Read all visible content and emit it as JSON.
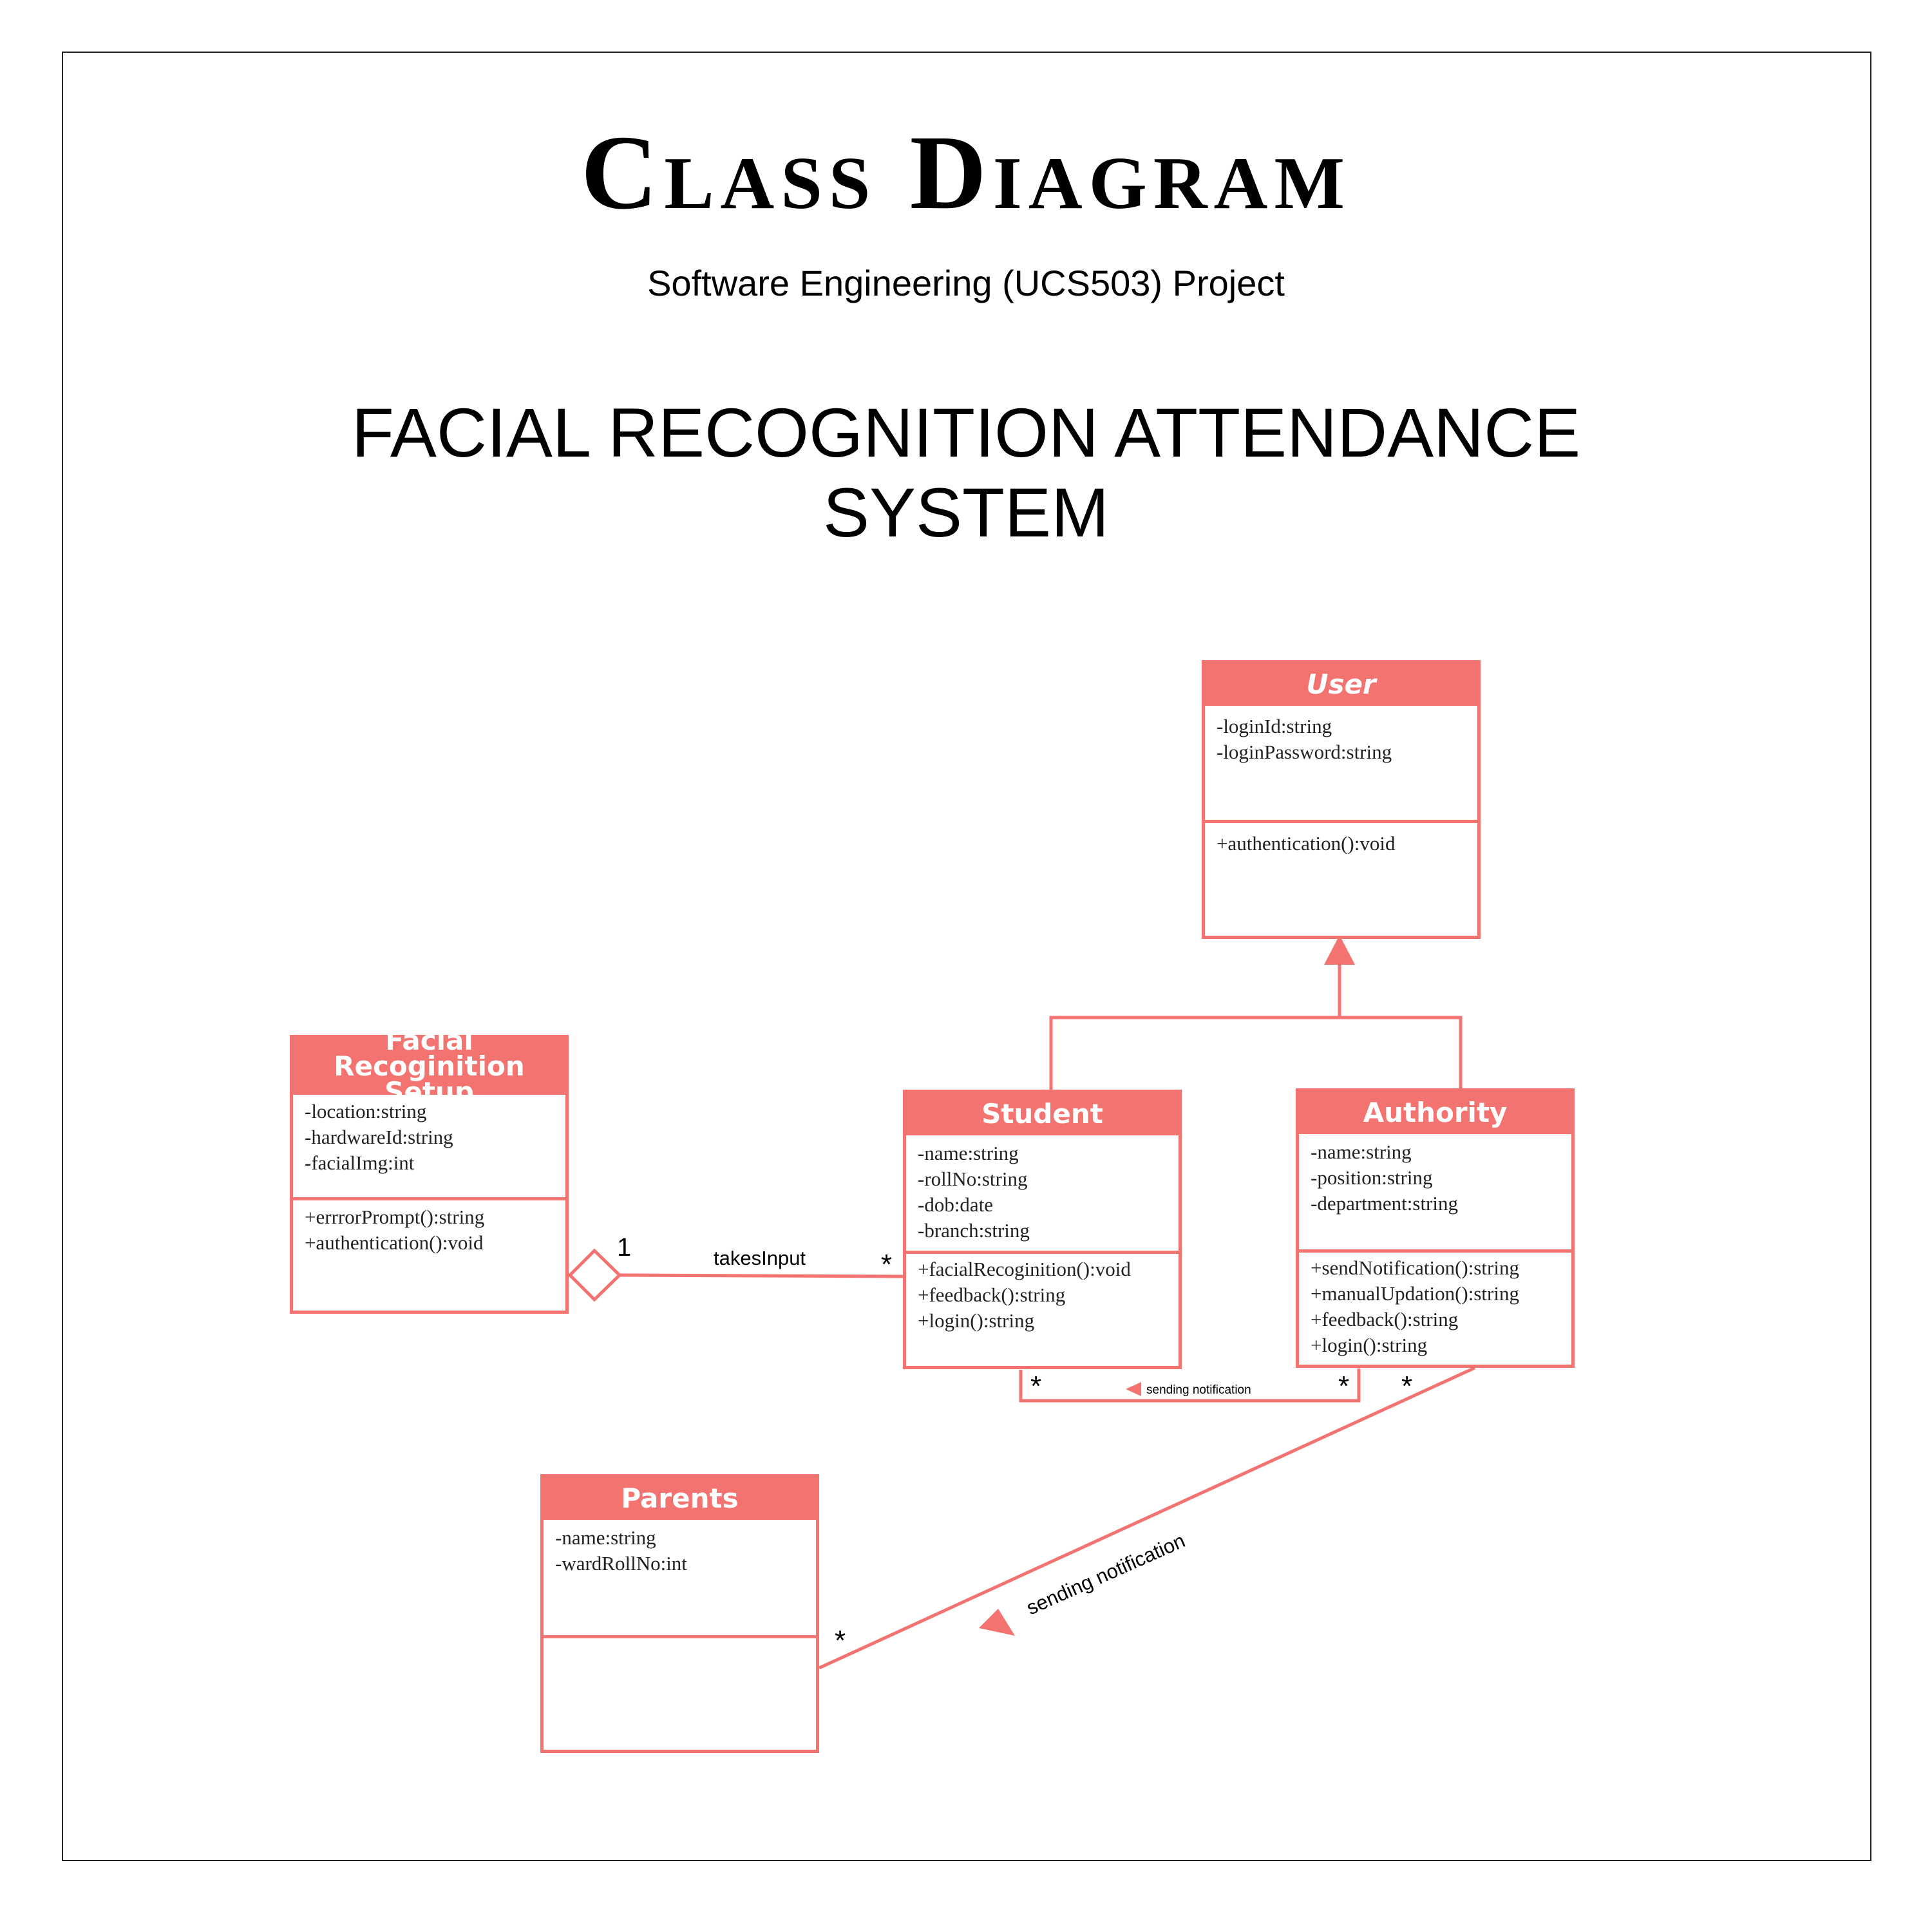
{
  "header": {
    "title": "Class Diagram",
    "subtitle": "Software Engineering (UCS503) Project",
    "system_line1": "FACIAL RECOGNITION ATTENDANCE",
    "system_line2": "SYSTEM"
  },
  "colors": {
    "accent": "#f37371",
    "frame": "#222222"
  },
  "classes": {
    "user": {
      "name": "User",
      "attributes": [
        "-loginId:string",
        "-loginPassword:string"
      ],
      "methods": [
        "+authentication():void"
      ]
    },
    "facial": {
      "name_line1": "Facial Recoginition",
      "name_line2": "Setup",
      "attributes": [
        "-location:string",
        "-hardwareId:string",
        "-facialImg:int"
      ],
      "methods": [
        "+errrorPrompt():string",
        "+authentication():void"
      ]
    },
    "student": {
      "name": "Student",
      "attributes": [
        "-name:string",
        "-rollNo:string",
        "-dob:date",
        "-branch:string"
      ],
      "methods": [
        "+facialRecoginition():void",
        "+feedback():string",
        "+login():string"
      ]
    },
    "authority": {
      "name": "Authority",
      "attributes": [
        "-name:string",
        "-position:string",
        "-department:string"
      ],
      "methods": [
        "+sendNotification():string",
        "+manualUpdation():string",
        "+feedback():string",
        "+login():string"
      ]
    },
    "parents": {
      "name": "Parents",
      "attributes": [
        "-name:string",
        "-wardRollNo:int"
      ],
      "methods": []
    }
  },
  "relations": {
    "takes_input": {
      "label": "takesInput",
      "mult_facial": "1",
      "mult_student": "*"
    },
    "student_authority": {
      "label": "sending notification",
      "mult_student": "*",
      "mult_authority": "*"
    },
    "authority_parents": {
      "label": "sending notification",
      "mult_authority": "*",
      "mult_parents": "*"
    }
  }
}
